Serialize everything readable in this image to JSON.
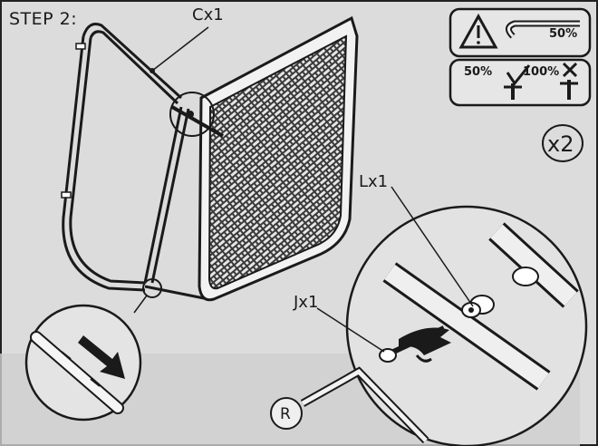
{
  "step": {
    "title": "STEP 2:"
  },
  "parts": {
    "c": "Cx1",
    "l": "Lx1",
    "j": "Jx1",
    "r": "R"
  },
  "quantity": "x2",
  "tightening": {
    "warning_percent": "50%",
    "correct_percent": "50%",
    "wrong_percent": "100%"
  },
  "icons": [
    "warning-triangle-icon",
    "hex-key-icon",
    "checkmark-icon",
    "cross-icon",
    "rotate-arrow-icon",
    "direction-arrow-icon"
  ],
  "colors": {
    "paper": "#dcdcdc",
    "ink": "#1a1a1a",
    "mesh": "#2a2a2a"
  }
}
